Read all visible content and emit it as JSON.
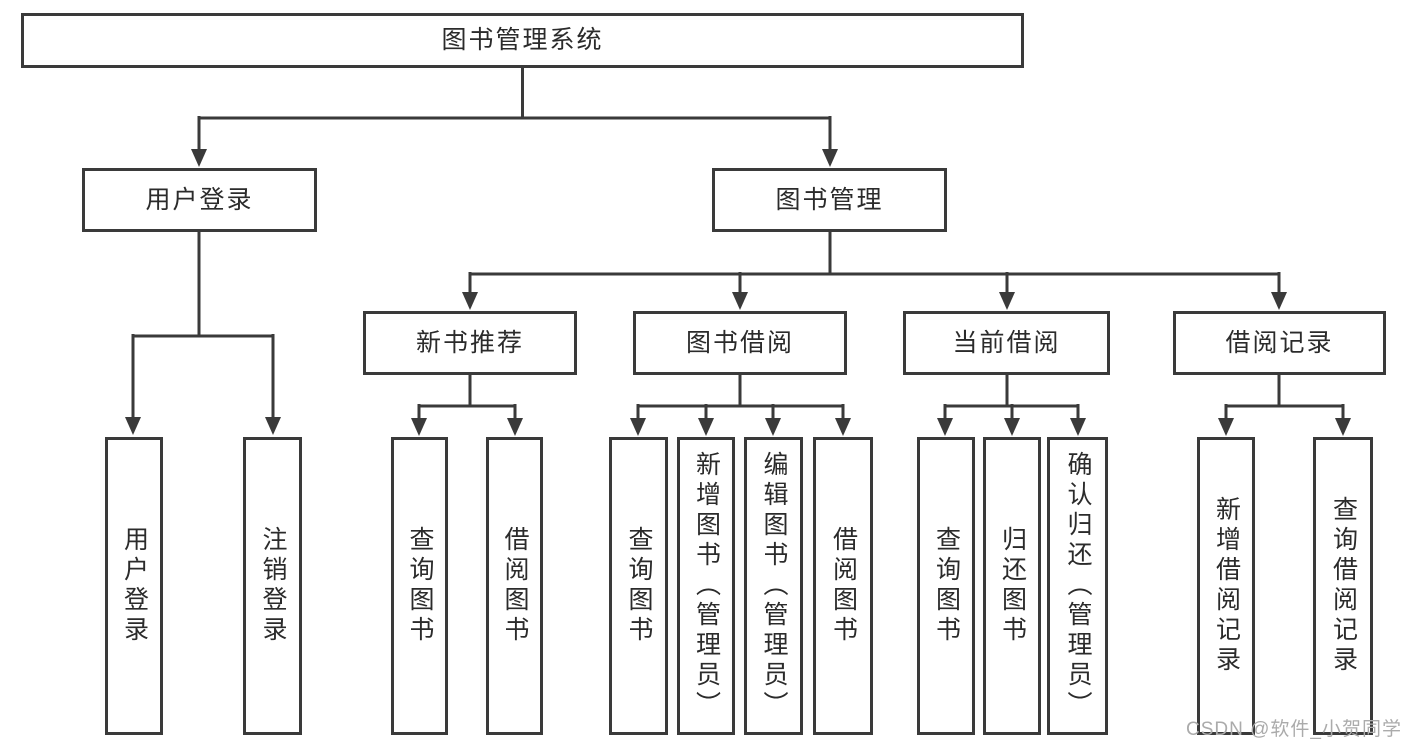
{
  "colors": {
    "line": "#3a3a3a",
    "ink": "#2b2b2b",
    "box_bg": "#ffffff",
    "watermark_gray": "#ababab"
  },
  "watermark": {
    "text": "CSDN @软件_小贺同学"
  },
  "tree": {
    "label": "图书管理系统",
    "children": [
      {
        "label": "用户登录",
        "children": [
          {
            "label": "用户登录"
          },
          {
            "label": "注销登录"
          }
        ]
      },
      {
        "label": "图书管理",
        "children": [
          {
            "label": "新书推荐",
            "children": [
              {
                "label": "查询图书"
              },
              {
                "label": "借阅图书"
              }
            ]
          },
          {
            "label": "图书借阅",
            "children": [
              {
                "label": "查询图书"
              },
              {
                "label": "新增图书（管理员）"
              },
              {
                "label": "编辑图书（管理员）"
              },
              {
                "label": "借阅图书"
              }
            ]
          },
          {
            "label": "当前借阅",
            "children": [
              {
                "label": "查询图书"
              },
              {
                "label": "归还图书"
              },
              {
                "label": "确认归还（管理员）"
              }
            ]
          },
          {
            "label": "借阅记录",
            "children": [
              {
                "label": "新增借阅记录"
              },
              {
                "label": "查询借阅记录"
              }
            ]
          }
        ]
      }
    ]
  }
}
